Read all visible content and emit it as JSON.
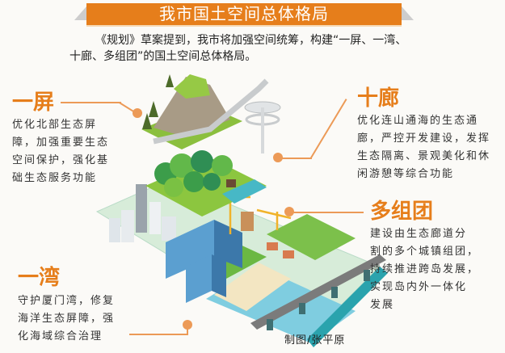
{
  "header": {
    "title": "我市国土空间总体格局"
  },
  "intro": {
    "line1": "《规划》草案提到，我市将加强空间统筹，构建“一屏、一湾、",
    "line2": "十廊、多组团”的国土空间总体格局。"
  },
  "sections": [
    {
      "heading": "一屏",
      "lines": [
        "优化北部生态屏",
        "障，加强重要生态",
        "空间保护，强化基",
        "础生态服务功能"
      ]
    },
    {
      "heading": "十廊",
      "lines": [
        "优化连山通海的生态通",
        "廊，严控开发建设，发挥",
        "生态隔离、景观美化和休",
        "闲游憩等综合功能"
      ]
    },
    {
      "heading": "多组团",
      "lines": [
        "建设由生态廊道分",
        "割的多个城镇组团，",
        "持续推进跨岛发展，",
        "实现岛内外一体化",
        "发展"
      ]
    },
    {
      "heading": "一湾",
      "lines": [
        "守护厦门湾，修复",
        "海洋生态屏障，强",
        "化海域综合治理"
      ]
    }
  ],
  "credit": "制图/张平原",
  "colors": {
    "accent": "#e67e1b",
    "connector": "#ec9a57",
    "text": "#333333",
    "background": "#fbfaf7"
  }
}
